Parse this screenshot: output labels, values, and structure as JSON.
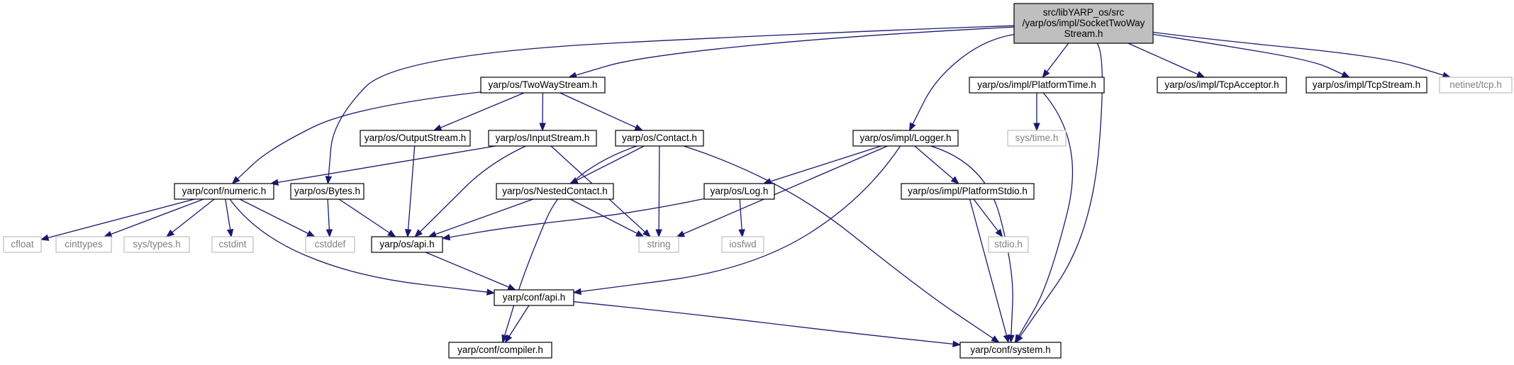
{
  "diagram": {
    "type": "include-dependency-graph",
    "colors": {
      "edge": "#191970",
      "root_fill": "#bfbfbf",
      "root_border": "#000000",
      "documented_border": "#000000",
      "external_border": "#bfbfbf",
      "external_text": "#808080",
      "text": "#000000"
    },
    "nodes": [
      {
        "id": "root",
        "lines": [
          "src/libYARP_os/src",
          "/yarp/os/impl/SocketTwoWay",
          "Stream.h"
        ],
        "kind": "root"
      },
      {
        "id": "twowaystream",
        "lines": [
          "yarp/os/TwoWayStream.h"
        ],
        "kind": "documented"
      },
      {
        "id": "platformtime",
        "lines": [
          "yarp/os/impl/PlatformTime.h"
        ],
        "kind": "documented"
      },
      {
        "id": "tcpacceptor",
        "lines": [
          "yarp/os/impl/TcpAcceptor.h"
        ],
        "kind": "documented"
      },
      {
        "id": "tcpstream",
        "lines": [
          "yarp/os/impl/TcpStream.h"
        ],
        "kind": "documented"
      },
      {
        "id": "netinet",
        "lines": [
          "netinet/tcp.h"
        ],
        "kind": "external"
      },
      {
        "id": "outputstream",
        "lines": [
          "yarp/os/OutputStream.h"
        ],
        "kind": "documented"
      },
      {
        "id": "inputstream",
        "lines": [
          "yarp/os/InputStream.h"
        ],
        "kind": "documented"
      },
      {
        "id": "contact",
        "lines": [
          "yarp/os/Contact.h"
        ],
        "kind": "documented"
      },
      {
        "id": "logger",
        "lines": [
          "yarp/os/impl/Logger.h"
        ],
        "kind": "documented"
      },
      {
        "id": "systime",
        "lines": [
          "sys/time.h"
        ],
        "kind": "external"
      },
      {
        "id": "numeric",
        "lines": [
          "yarp/conf/numeric.h"
        ],
        "kind": "documented"
      },
      {
        "id": "bytes",
        "lines": [
          "yarp/os/Bytes.h"
        ],
        "kind": "documented"
      },
      {
        "id": "nestedcontact",
        "lines": [
          "yarp/os/NestedContact.h"
        ],
        "kind": "documented"
      },
      {
        "id": "log",
        "lines": [
          "yarp/os/Log.h"
        ],
        "kind": "documented"
      },
      {
        "id": "platformstdio",
        "lines": [
          "yarp/os/impl/PlatformStdio.h"
        ],
        "kind": "documented"
      },
      {
        "id": "cfloat",
        "lines": [
          "cfloat"
        ],
        "kind": "external"
      },
      {
        "id": "cinttypes",
        "lines": [
          "cinttypes"
        ],
        "kind": "external"
      },
      {
        "id": "systypes",
        "lines": [
          "sys/types.h"
        ],
        "kind": "external"
      },
      {
        "id": "cstdint",
        "lines": [
          "cstdint"
        ],
        "kind": "external"
      },
      {
        "id": "cstddef",
        "lines": [
          "cstddef"
        ],
        "kind": "external"
      },
      {
        "id": "osapi",
        "lines": [
          "yarp/os/api.h"
        ],
        "kind": "documented"
      },
      {
        "id": "string",
        "lines": [
          "string"
        ],
        "kind": "external"
      },
      {
        "id": "iosfwd",
        "lines": [
          "iosfwd"
        ],
        "kind": "external"
      },
      {
        "id": "stdio",
        "lines": [
          "stdio.h"
        ],
        "kind": "external"
      },
      {
        "id": "confapi",
        "lines": [
          "yarp/conf/api.h"
        ],
        "kind": "documented"
      },
      {
        "id": "compiler",
        "lines": [
          "yarp/conf/compiler.h"
        ],
        "kind": "documented"
      },
      {
        "id": "system",
        "lines": [
          "yarp/conf/system.h"
        ],
        "kind": "documented"
      }
    ],
    "edges": [
      {
        "from": "root",
        "to": "twowaystream"
      },
      {
        "from": "root",
        "to": "bytes"
      },
      {
        "from": "root",
        "to": "logger"
      },
      {
        "from": "root",
        "to": "platformtime"
      },
      {
        "from": "root",
        "to": "system"
      },
      {
        "from": "root",
        "to": "tcpacceptor"
      },
      {
        "from": "root",
        "to": "tcpstream"
      },
      {
        "from": "root",
        "to": "netinet"
      },
      {
        "from": "twowaystream",
        "to": "numeric"
      },
      {
        "from": "twowaystream",
        "to": "outputstream"
      },
      {
        "from": "twowaystream",
        "to": "inputstream"
      },
      {
        "from": "twowaystream",
        "to": "contact"
      },
      {
        "from": "outputstream",
        "to": "osapi"
      },
      {
        "from": "inputstream",
        "to": "numeric"
      },
      {
        "from": "inputstream",
        "to": "osapi"
      },
      {
        "from": "inputstream",
        "to": "string"
      },
      {
        "from": "contact",
        "to": "nestedcontact"
      },
      {
        "from": "contact",
        "to": "string"
      },
      {
        "from": "contact",
        "to": "compiler"
      },
      {
        "from": "contact",
        "to": "system"
      },
      {
        "from": "numeric",
        "to": "cfloat"
      },
      {
        "from": "numeric",
        "to": "cinttypes"
      },
      {
        "from": "numeric",
        "to": "systypes"
      },
      {
        "from": "numeric",
        "to": "cstdint"
      },
      {
        "from": "numeric",
        "to": "cstddef"
      },
      {
        "from": "numeric",
        "to": "confapi"
      },
      {
        "from": "bytes",
        "to": "cstddef"
      },
      {
        "from": "bytes",
        "to": "osapi"
      },
      {
        "from": "nestedcontact",
        "to": "osapi"
      },
      {
        "from": "nestedcontact",
        "to": "string"
      },
      {
        "from": "log",
        "to": "osapi"
      },
      {
        "from": "log",
        "to": "iosfwd"
      },
      {
        "from": "logger",
        "to": "log"
      },
      {
        "from": "logger",
        "to": "string"
      },
      {
        "from": "logger",
        "to": "confapi"
      },
      {
        "from": "logger",
        "to": "platformstdio"
      },
      {
        "from": "logger",
        "to": "system"
      },
      {
        "from": "platformtime",
        "to": "systime"
      },
      {
        "from": "platformtime",
        "to": "system"
      },
      {
        "from": "platformstdio",
        "to": "stdio"
      },
      {
        "from": "platformstdio",
        "to": "system"
      },
      {
        "from": "osapi",
        "to": "confapi"
      },
      {
        "from": "confapi",
        "to": "compiler"
      },
      {
        "from": "confapi",
        "to": "system"
      }
    ]
  }
}
